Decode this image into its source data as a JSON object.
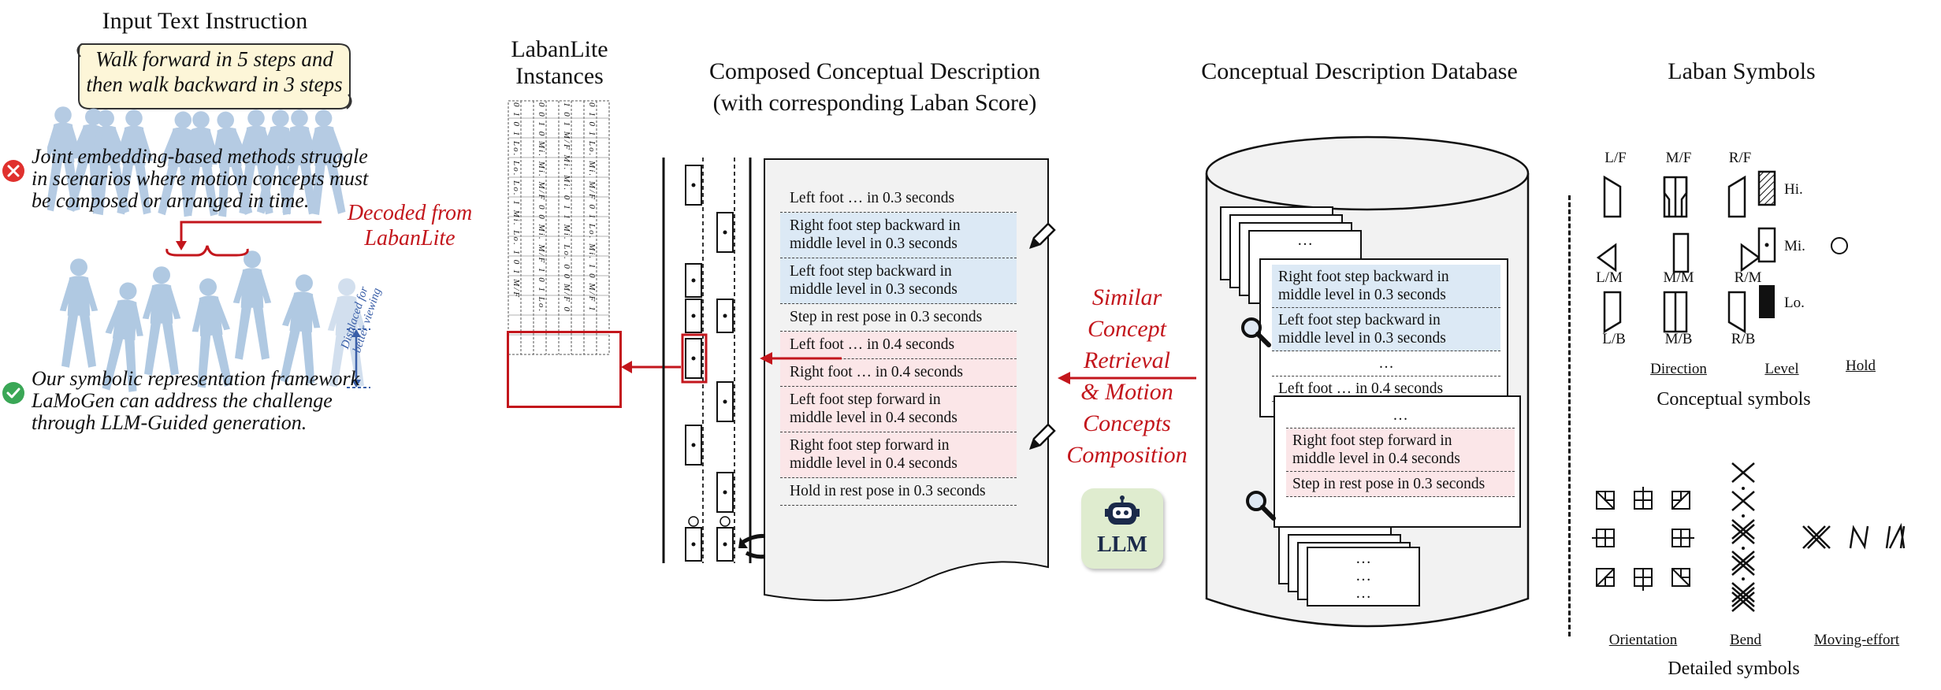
{
  "left_panel": {
    "title": "Input Text Instruction",
    "instruction": [
      "Walk  forward in 5 steps and",
      "then walk backward in 3 steps"
    ],
    "fail_note": [
      "Joint embedding-based methods struggle",
      "in scenarios where motion concepts must",
      "be composed or arranged in time."
    ],
    "decoded_label": [
      "Decoded from",
      "LabanLite"
    ],
    "displaced_note": [
      "Displaced for",
      "better viewing"
    ],
    "success_note": [
      "Our symbolic representation framework",
      "LaMoGen can address the challenge",
      "through LLM-Guided generation."
    ]
  },
  "labanlite": {
    "title": [
      "LabanLite",
      "Instances"
    ],
    "columns": [
      "0 1 0 1 Lo. Lo. Lo. 1 Mi. Lo. 1 0 1 M/F",
      "0 0 1 0 Mi. Mi. M/F 0 0 Mi. M/F 1 0 1 Lo.",
      "1 0 1 M/F Mi. Mi. 0 1 1 Mi. Lo. 0 0 M/F 0",
      "0 1 0 1 Lo. Mi. M/F 0 1 Lo. Mi. 1 0 M/F 1"
    ]
  },
  "composed": {
    "title": [
      "Composed Conceptual Description",
      "(with corresponding Laban Score)"
    ],
    "lines": [
      {
        "text": [
          "Left foot … in 0.3 seconds"
        ],
        "hl": "none"
      },
      {
        "text": [
          "Right foot step backward in",
          "middle level in 0.3 seconds"
        ],
        "hl": "blue"
      },
      {
        "text": [
          "Left foot step backward in",
          "middle level in 0.3 seconds"
        ],
        "hl": "blue"
      },
      {
        "text": [
          "Step in rest pose in 0.3 seconds"
        ],
        "hl": "none"
      },
      {
        "text": [
          "Left foot … in 0.4 seconds"
        ],
        "hl": "pink"
      },
      {
        "text": [
          "Right foot … in 0.4 seconds"
        ],
        "hl": "pink"
      },
      {
        "text": [
          "Left foot step forward in",
          "middle level in 0.4 seconds"
        ],
        "hl": "pink"
      },
      {
        "text": [
          "Right foot step forward in",
          "middle level in 0.4 seconds"
        ],
        "hl": "pink"
      },
      {
        "text": [
          "Hold in rest pose in 0.3 seconds"
        ],
        "hl": "none"
      }
    ]
  },
  "retrieval_label": [
    "Similar",
    "Concept",
    "Retrieval",
    "& Motion",
    "Concepts",
    "Composition"
  ],
  "llm_label": "LLM",
  "database": {
    "title": "Conceptual Description Database",
    "card_a": [
      {
        "text": [
          "Right foot step backward in",
          "middle level in 0.3 seconds"
        ],
        "hl": "blue"
      },
      {
        "text": [
          "Left foot step backward in",
          "middle level in 0.3 seconds"
        ],
        "hl": "blue"
      },
      {
        "text": [
          "…"
        ],
        "hl": "none"
      },
      {
        "text": [
          "Left foot … in 0.4 seconds"
        ],
        "hl": "none"
      }
    ],
    "card_b": [
      {
        "text": [
          "…"
        ],
        "hl": "none"
      },
      {
        "text": [
          "Right foot step forward in",
          "middle level in 0.4 seconds"
        ],
        "hl": "pink"
      },
      {
        "text": [
          "Step in rest pose in 0.3 seconds"
        ],
        "hl": "pink"
      }
    ],
    "ellipsis": "…"
  },
  "laban_symbols": {
    "title": "Laban Symbols",
    "direction_labels": [
      "L/F",
      "M/F",
      "R/F",
      "L/M",
      "M/M",
      "R/M",
      "L/B",
      "M/B",
      "R/B"
    ],
    "level_labels": [
      "Hi.",
      "Mi.",
      "Lo."
    ],
    "section_labels": [
      "Direction",
      "Level",
      "Hold"
    ],
    "conceptual_caption": "Conceptual  symbols",
    "detailed_labels": [
      "Orientation",
      "Bend",
      "Moving-effort"
    ],
    "detailed_caption": "Detailed symbols"
  },
  "colors": {
    "accent_red": "#c3161c",
    "highlight_blue": "#dce9f5",
    "highlight_pink": "#fbe6e8",
    "figure_blue": "#8fb3d8",
    "scroll_bg": "#fdf6d8"
  }
}
